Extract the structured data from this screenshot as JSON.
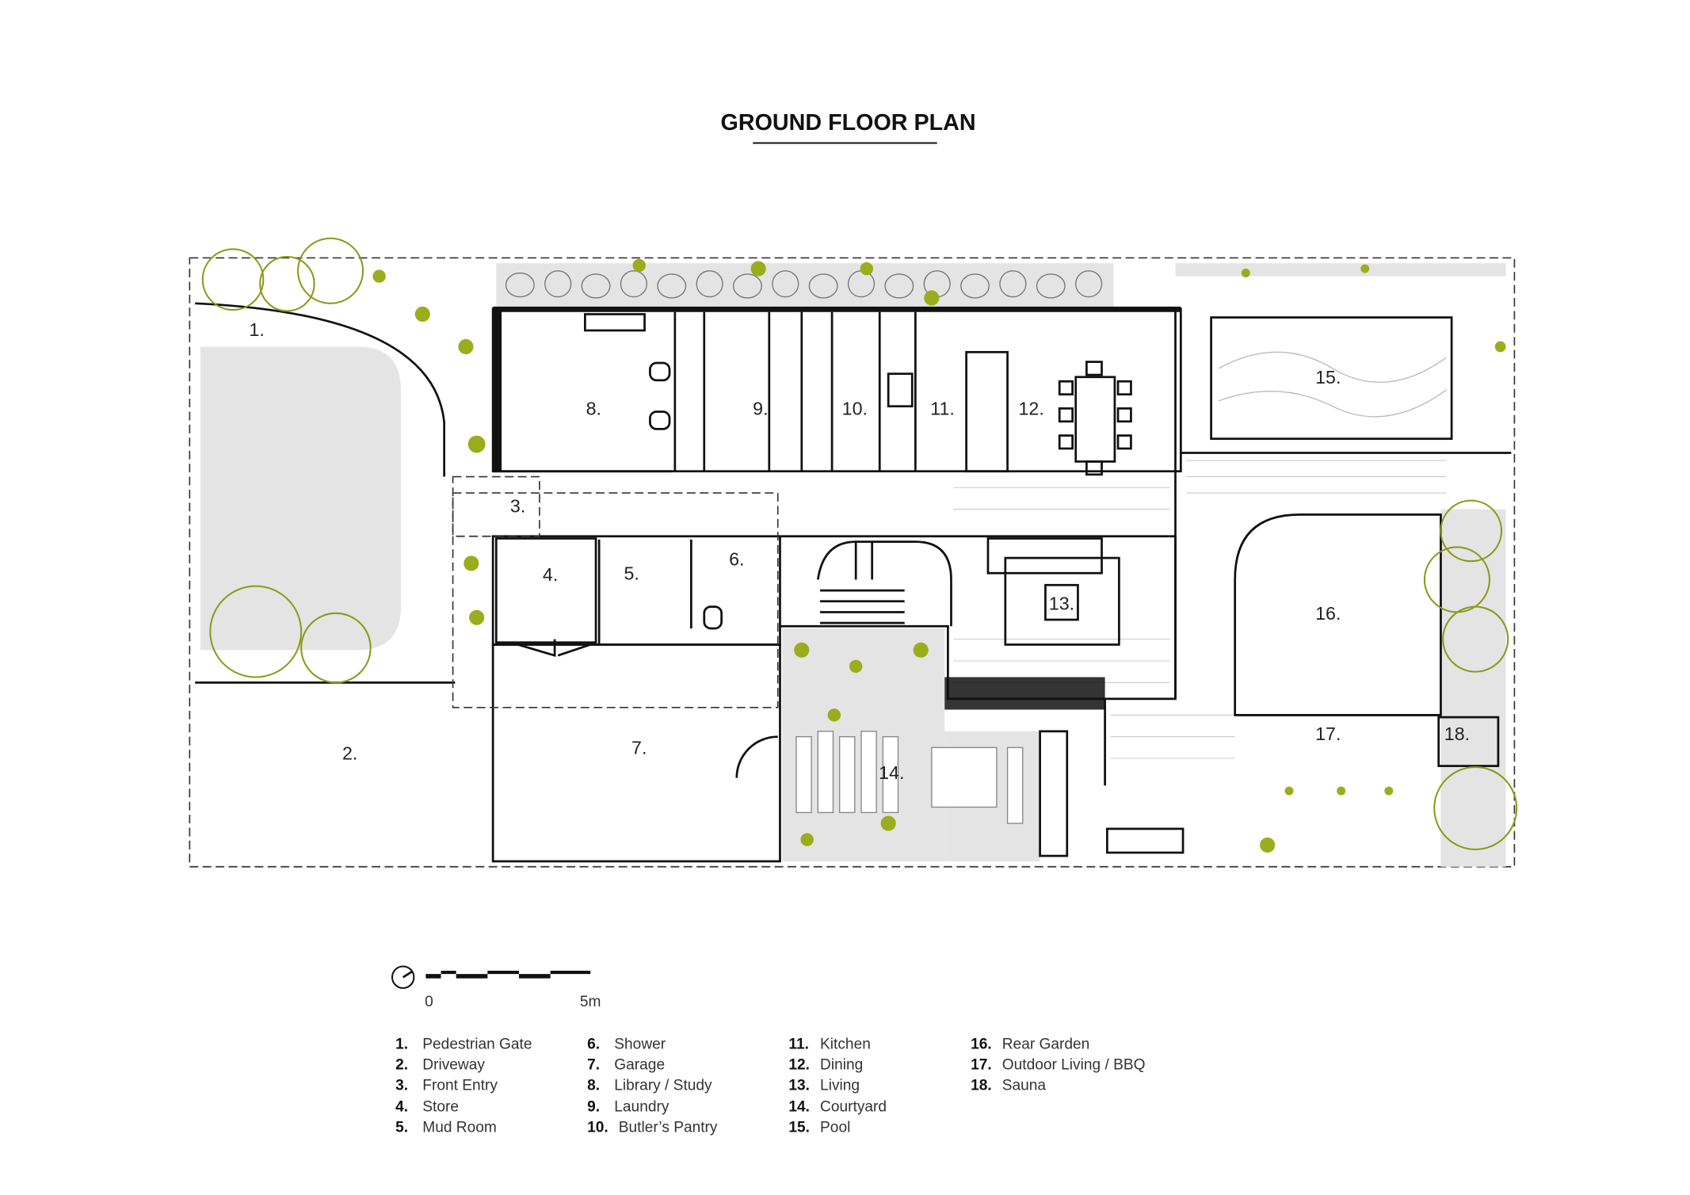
{
  "title": "GROUND FLOOR PLAN",
  "scale": {
    "start": "0",
    "end": "5m"
  },
  "rooms": [
    {
      "n": "1."
    },
    {
      "n": "2."
    },
    {
      "n": "3."
    },
    {
      "n": "4."
    },
    {
      "n": "5."
    },
    {
      "n": "6."
    },
    {
      "n": "7."
    },
    {
      "n": "8."
    },
    {
      "n": "9."
    },
    {
      "n": "10."
    },
    {
      "n": "11."
    },
    {
      "n": "12."
    },
    {
      "n": "13."
    },
    {
      "n": "14."
    },
    {
      "n": "15."
    },
    {
      "n": "16."
    },
    {
      "n": "17."
    },
    {
      "n": "18."
    }
  ],
  "legend": [
    {
      "num": "1.",
      "label": "Pedestrian Gate"
    },
    {
      "num": "2.",
      "label": "Driveway"
    },
    {
      "num": "3.",
      "label": "Front Entry"
    },
    {
      "num": "4.",
      "label": "Store"
    },
    {
      "num": "5.",
      "label": "Mud Room"
    },
    {
      "num": "6.",
      "label": "Shower"
    },
    {
      "num": "7.",
      "label": "Garage"
    },
    {
      "num": "8.",
      "label": "Library / Study"
    },
    {
      "num": "9.",
      "label": "Laundry"
    },
    {
      "num": "10.",
      "label": "Butler’s Pantry"
    },
    {
      "num": "11.",
      "label": "Kitchen"
    },
    {
      "num": "12.",
      "label": "Dining"
    },
    {
      "num": "13.",
      "label": "Living"
    },
    {
      "num": "14.",
      "label": "Courtyard"
    },
    {
      "num": "15.",
      "label": "Pool"
    },
    {
      "num": "16.",
      "label": "Rear Garden"
    },
    {
      "num": "17.",
      "label": "Outdoor Living / BBQ"
    },
    {
      "num": "18.",
      "label": "Sauna"
    }
  ],
  "colors": {
    "vegetation": "#9aad1c",
    "walls": "#111111",
    "gravel": "#e4e4e4"
  }
}
